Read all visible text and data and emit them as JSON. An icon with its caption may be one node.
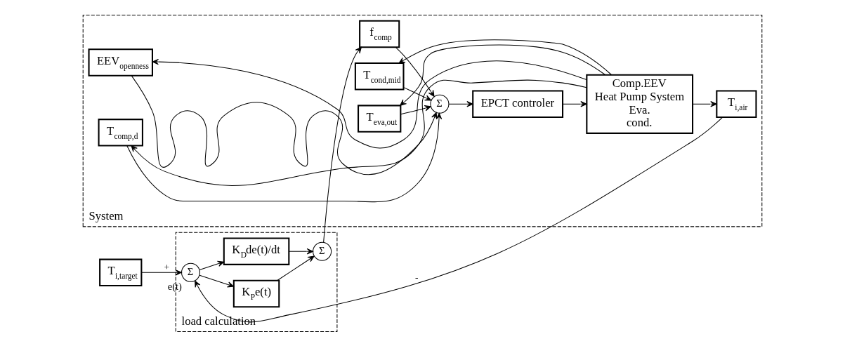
{
  "diagram": {
    "nodes": [
      {
        "text": [
          "load calculation"
        ]
      },
      {
        "text": [
          "System"
        ]
      },
      {
        "text": [
          "T$_{i,target}$"
        ]
      },
      {
        "text": [
          "Σ"
        ],
        "in": 0,
        "beside": [
          "e(t)"
        ]
      },
      {
        "text": [
          "K$_{P}$e(t)"
        ],
        "in": 0
      },
      {
        "text": [
          "K$_{D}$de(t)/dt"
        ],
        "in": 0
      },
      {
        "text": [
          "Σ"
        ],
        "in": 0
      },
      {
        "text": [
          "f$_{comp}$"
        ],
        "in": 1
      },
      {
        "text": [
          "T$_{cond,mid}$"
        ],
        "in": 1
      },
      {
        "text": [
          "T$_{eva,out}$"
        ],
        "in": 1
      },
      {
        "text": [
          "Σ"
        ],
        "in": 1
      },
      {
        "text": [
          "EEV$_{openness}$"
        ],
        "in": 1
      },
      {
        "text": [
          "T$_{comp,d}$"
        ],
        "in": 1
      },
      {
        "text": [
          "EPCT controler"
        ],
        "in": 1
      },
      {
        "text": [
          "Comp.EEV",
          "Heat Pump System",
          "Eva.",
          "cond."
        ],
        "in": 1
      },
      {
        "text": [
          "T$_{i,air}$"
        ],
        "in": 1
      }
    ],
    "edges": [
      {
        "from": 2,
        "to": 3,
        "arrow": "to",
        "label": "+"
      },
      {
        "from": 3,
        "to": 4,
        "arrow": "to"
      },
      {
        "from": 3,
        "to": 5,
        "arrow": "to"
      },
      {
        "from": 4,
        "to": 6,
        "arrow": "to"
      },
      {
        "from": 5,
        "to": 6,
        "arrow": "to"
      },
      {
        "from": 6,
        "to": 7,
        "arrow": "to"
      },
      {
        "from": 7,
        "to": 10,
        "arrow": "to"
      },
      {
        "from": 8,
        "to": 10,
        "arrow": "to"
      },
      {
        "from": 9,
        "to": 10,
        "arrow": "to"
      },
      {
        "from": 11,
        "to": 10,
        "arrow": "to"
      },
      {
        "from": 12,
        "to": 10,
        "arrow": "to"
      },
      {
        "from": 10,
        "to": 13,
        "arrow": "to"
      },
      {
        "from": 13,
        "to": 14,
        "arrow": "to"
      },
      {
        "from": 14,
        "to": 11,
        "arrow": "to"
      },
      {
        "from": 14,
        "to": 12,
        "arrow": "to"
      },
      {
        "from": 14,
        "to": 15,
        "arrow": "to"
      },
      {
        "from": 14,
        "to": 9,
        "arrow": "to"
      },
      {
        "from": 14,
        "to": 8,
        "arrow": "to"
      },
      {
        "from": 15,
        "to": 3,
        "arrow": "to",
        "label": "-"
      }
    ]
  }
}
